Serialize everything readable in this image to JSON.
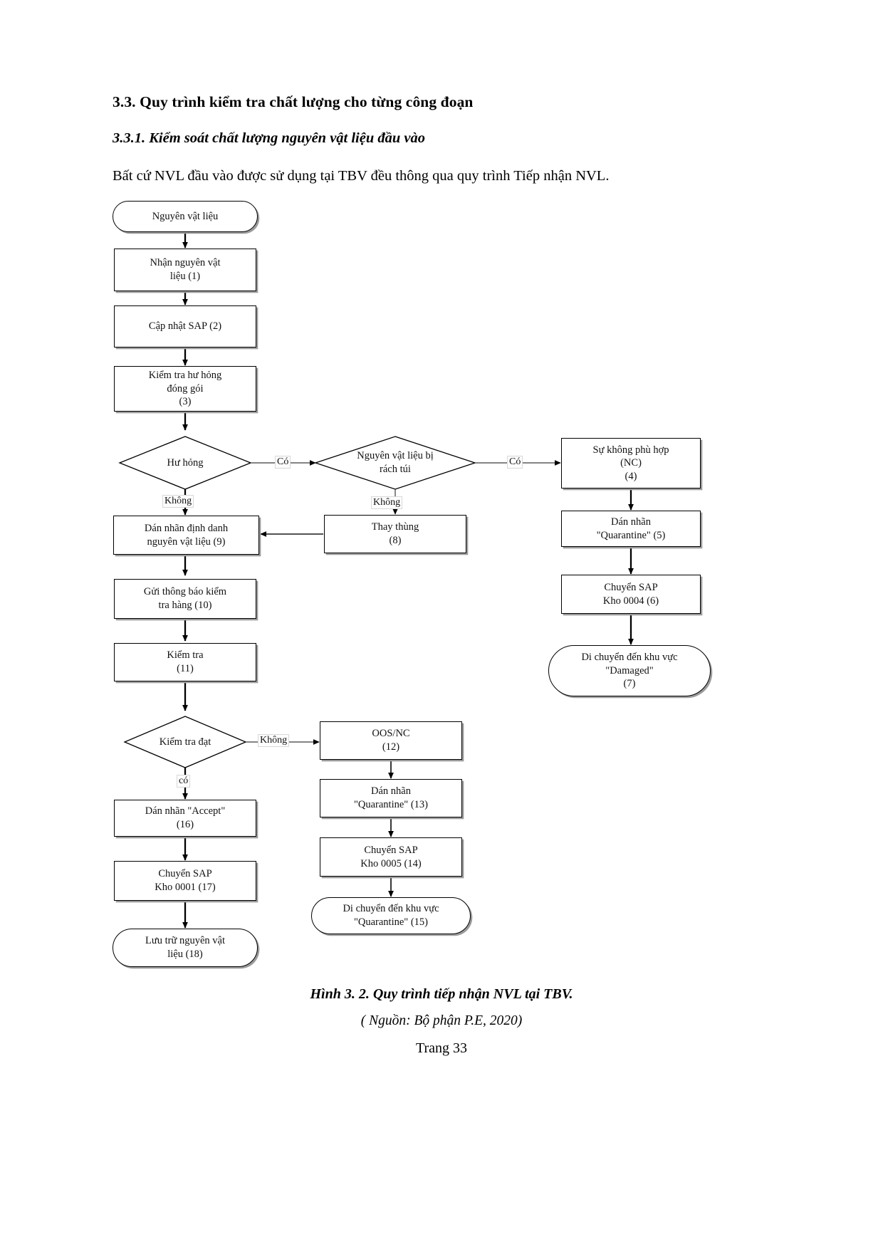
{
  "document": {
    "heading": "3.3. Quy trình kiểm tra chất lượng cho từng công đoạn",
    "subheading": "3.3.1. Kiểm soát chất lượng nguyên vật liệu đầu vào",
    "paragraph": "Bất cứ NVL đầu vào được sử dụng tại TBV đều thông qua quy trình Tiếp nhận NVL.",
    "figure_caption": "Hình 3. 2. Quy trình tiếp nhận NVL tại TBV.",
    "figure_source": "( Nguồn: Bộ phận P.E, 2020)",
    "page_number": "Trang 33"
  },
  "chart_data": {
    "type": "diagram",
    "title": "Quy trình tiếp nhận NVL tại TBV",
    "nodes": [
      {
        "id": "n0",
        "shape": "terminator",
        "label": "Nguyên vật liệu"
      },
      {
        "id": "n1",
        "shape": "process",
        "label": "Nhận nguyên vật liệu (1)"
      },
      {
        "id": "n2",
        "shape": "process",
        "label": "Cập nhật SAP (2)"
      },
      {
        "id": "n3",
        "shape": "process",
        "label": "Kiểm tra hư hỏng đóng gói (3)"
      },
      {
        "id": "d1",
        "shape": "decision",
        "label": "Hư hỏng"
      },
      {
        "id": "d2",
        "shape": "decision",
        "label": "Nguyên vật liệu bị rách túi"
      },
      {
        "id": "n4",
        "shape": "process",
        "label": "Sự không phù hợp (NC) (4)"
      },
      {
        "id": "n5",
        "shape": "process",
        "label": "Dán nhãn \"Quarantine\" (5)"
      },
      {
        "id": "n6",
        "shape": "process",
        "label": "Chuyển SAP Kho 0004 (6)"
      },
      {
        "id": "n7",
        "shape": "terminator",
        "label": "Di chuyển đến khu vực \"Damaged\" (7)"
      },
      {
        "id": "n8",
        "shape": "process",
        "label": "Thay thùng (8)"
      },
      {
        "id": "n9",
        "shape": "process",
        "label": "Dán nhãn định danh nguyên vật liệu (9)"
      },
      {
        "id": "n10",
        "shape": "process",
        "label": "Gửi thông báo kiểm tra hàng (10)"
      },
      {
        "id": "n11",
        "shape": "process",
        "label": "Kiểm tra (11)"
      },
      {
        "id": "d3",
        "shape": "decision",
        "label": "Kiểm tra đạt"
      },
      {
        "id": "n12",
        "shape": "process",
        "label": "OOS/NC (12)"
      },
      {
        "id": "n13",
        "shape": "process",
        "label": "Dán nhãn \"Quarantine\" (13)"
      },
      {
        "id": "n14",
        "shape": "process",
        "label": "Chuyển SAP Kho 0005 (14)"
      },
      {
        "id": "n15",
        "shape": "terminator",
        "label": "Di chuyển đến khu vực \"Quarantine\" (15)"
      },
      {
        "id": "n16",
        "shape": "process",
        "label": "Dán nhãn \"Accept\" (16)"
      },
      {
        "id": "n17",
        "shape": "process",
        "label": "Chuyển SAP Kho 0001 (17)"
      },
      {
        "id": "n18",
        "shape": "terminator",
        "label": "Lưu trữ nguyên vật liệu (18)"
      }
    ],
    "node_lines": {
      "n0": [
        "Nguyên vật liệu"
      ],
      "n1": [
        "Nhận nguyên vật",
        "liệu (1)"
      ],
      "n2": [
        "Cập nhật SAP (2)"
      ],
      "n3": [
        "Kiểm tra hư hỏng",
        "đóng gói",
        "(3)"
      ],
      "d1": [
        "Hư hỏng"
      ],
      "d2": [
        "Nguyên vật liệu bị",
        "rách túi"
      ],
      "n4": [
        "Sự không phù hợp",
        "(NC)",
        "(4)"
      ],
      "n5": [
        "Dán nhãn",
        "\"Quarantine\" (5)"
      ],
      "n6": [
        "Chuyển SAP",
        "Kho 0004 (6)"
      ],
      "n7": [
        "Di chuyển đến khu vực",
        "\"Damaged\"",
        "(7)"
      ],
      "n8": [
        "Thay thùng",
        "(8)"
      ],
      "n9": [
        "Dán nhãn định danh",
        "nguyên vật liệu (9)"
      ],
      "n10": [
        "Gửi thông báo kiểm",
        "tra hàng (10)"
      ],
      "n11": [
        "Kiểm tra",
        "(11)"
      ],
      "d3": [
        "Kiểm tra đạt"
      ],
      "n12": [
        "OOS/NC",
        "(12)"
      ],
      "n13": [
        "Dán nhãn",
        "\"Quarantine\" (13)"
      ],
      "n14": [
        "Chuyển SAP",
        "Kho 0005 (14)"
      ],
      "n15": [
        "Di chuyển đến khu vực",
        "\"Quarantine\" (15)"
      ],
      "n16": [
        "Dán nhãn \"Accept\"",
        "(16)"
      ],
      "n17": [
        "Chuyển SAP",
        "Kho 0001 (17)"
      ],
      "n18": [
        "Lưu trữ nguyên vật",
        "liệu (18)"
      ]
    },
    "edge_labels": {
      "d1_yes": "Có",
      "d1_no": "Không",
      "d2_yes": "Có",
      "d2_no": "Không",
      "d3_no": "Không",
      "d3_yes": "có"
    },
    "edges": [
      {
        "from": "n0",
        "to": "n1",
        "label": ""
      },
      {
        "from": "n1",
        "to": "n2",
        "label": ""
      },
      {
        "from": "n2",
        "to": "n3",
        "label": ""
      },
      {
        "from": "n3",
        "to": "d1",
        "label": ""
      },
      {
        "from": "d1",
        "to": "d2",
        "label": "Có"
      },
      {
        "from": "d1",
        "to": "n9",
        "label": "Không"
      },
      {
        "from": "d2",
        "to": "n4",
        "label": "Có"
      },
      {
        "from": "d2",
        "to": "n8",
        "label": "Không"
      },
      {
        "from": "n4",
        "to": "n5",
        "label": ""
      },
      {
        "from": "n5",
        "to": "n6",
        "label": ""
      },
      {
        "from": "n6",
        "to": "n7",
        "label": ""
      },
      {
        "from": "n8",
        "to": "n9",
        "label": ""
      },
      {
        "from": "n9",
        "to": "n10",
        "label": ""
      },
      {
        "from": "n10",
        "to": "n11",
        "label": ""
      },
      {
        "from": "n11",
        "to": "d3",
        "label": ""
      },
      {
        "from": "d3",
        "to": "n12",
        "label": "Không"
      },
      {
        "from": "d3",
        "to": "n16",
        "label": "có"
      },
      {
        "from": "n12",
        "to": "n13",
        "label": ""
      },
      {
        "from": "n13",
        "to": "n14",
        "label": ""
      },
      {
        "from": "n14",
        "to": "n15",
        "label": ""
      },
      {
        "from": "n16",
        "to": "n17",
        "label": ""
      },
      {
        "from": "n17",
        "to": "n18",
        "label": ""
      }
    ]
  }
}
